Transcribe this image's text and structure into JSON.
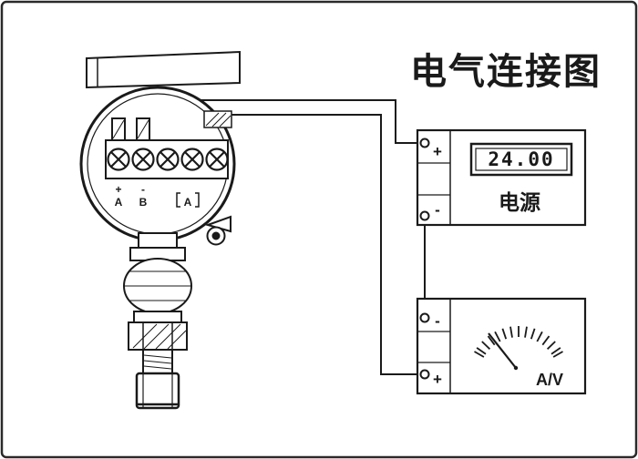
{
  "colors": {
    "ink": "#1a1a1a",
    "background": "#ffffff"
  },
  "title": "电气连接图",
  "transmitter": {
    "terminals": {
      "plus": "+",
      "minus": "-",
      "a": "A",
      "b": "B",
      "a_bracketed": "A"
    }
  },
  "power_supply": {
    "terminal_plus": "+",
    "terminal_minus": "-",
    "display_value": "24.00",
    "label": "电源"
  },
  "meter": {
    "terminal_minus": "-",
    "terminal_plus": "+",
    "label": "A/V"
  }
}
